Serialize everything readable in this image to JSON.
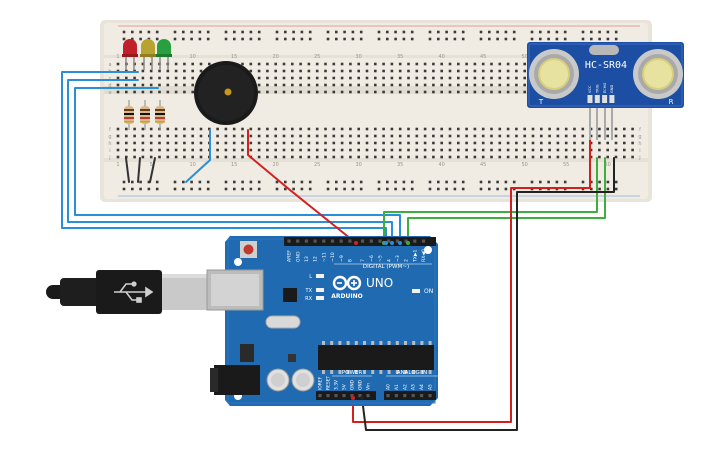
{
  "breadboard": {
    "column_numbers": [
      "1",
      "5",
      "10",
      "15",
      "20",
      "25",
      "30",
      "35",
      "40",
      "45",
      "50",
      "55",
      "60"
    ],
    "row_letters_top": [
      "a",
      "b",
      "c",
      "d",
      "e"
    ],
    "row_letters_bottom": [
      "f",
      "g",
      "h",
      "i",
      "j"
    ]
  },
  "leds": [
    {
      "name": "red-led",
      "color": "#c0202a"
    },
    {
      "name": "yellow-led",
      "color": "#b8a232"
    },
    {
      "name": "green-led",
      "color": "#28a040"
    }
  ],
  "sensor": {
    "model": "HC-SR04",
    "pins": [
      "VCC",
      "TRIG",
      "ECHO",
      "GND"
    ],
    "corner_left": "T",
    "corner_right": "R"
  },
  "arduino": {
    "brand": "ARDUINO",
    "model": "UNO",
    "on_label": "ON",
    "digital_label": "DIGITAL (PWM~)",
    "power_label": "POWER",
    "analog_label": "ANALOG IN",
    "digital_pins": [
      "AREF",
      "GND",
      "13",
      "12",
      "~11",
      "~10",
      "~9",
      "8",
      "7",
      "~6",
      "~5",
      "4",
      "~3",
      "2",
      "TX▶1",
      "RX◀0"
    ],
    "power_pins": [
      "IOREF",
      "RESET",
      "3.3V",
      "5V",
      "GND",
      "GND",
      "Vin"
    ],
    "analog_pins": [
      "A0",
      "A1",
      "A2",
      "A3",
      "A4",
      "A5"
    ],
    "led_labels": [
      "L",
      "TX",
      "RX"
    ]
  },
  "colors": {
    "board_blue": "#1f6ab0",
    "breadboard": "#efebe3",
    "wire_blue": "#2a8fd6",
    "wire_green": "#3eae3e",
    "wire_red": "#d3201f",
    "wire_black": "#222222"
  }
}
